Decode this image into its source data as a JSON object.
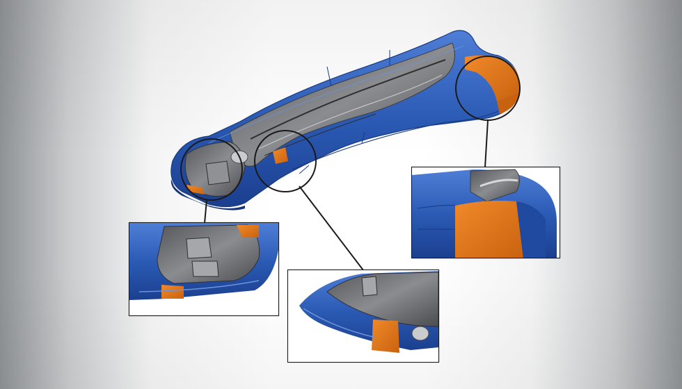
{
  "scene": {
    "subject": "molded-part-render",
    "colors": {
      "blue": "#2b5bb5",
      "blue_dark": "#1b3f8f",
      "blue_light": "#4f7ed6",
      "orange": "#e27a1c",
      "gray": "#6e7074",
      "gray_light": "#b8babd",
      "frame": "#1a1a1a"
    },
    "callouts": [
      {
        "id": "left-end",
        "detail": "bottom-left-detail"
      },
      {
        "id": "middle-section",
        "detail": "bottom-center-detail"
      },
      {
        "id": "right-end",
        "detail": "right-detail"
      }
    ]
  }
}
